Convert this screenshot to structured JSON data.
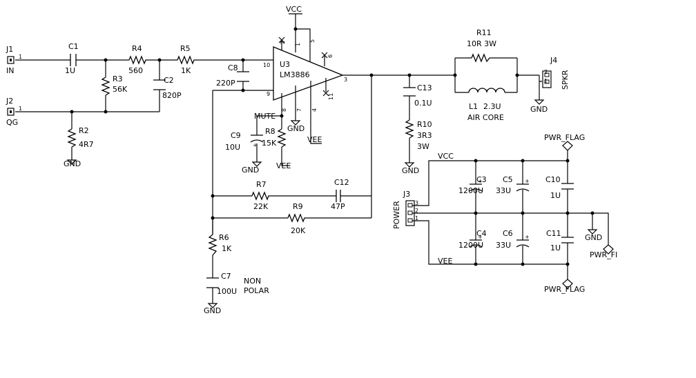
{
  "net_labels": {
    "vcc_top": "VCC",
    "mute": "MUTE",
    "vee_u3": "VEE",
    "vee_r8": "VEE",
    "vcc_rail": "VCC",
    "vee_rail": "VEE"
  },
  "connectors": {
    "j1": {
      "ref": "J1",
      "name": "IN",
      "pin": "1"
    },
    "j2": {
      "ref": "J2",
      "name": "QG",
      "pin": "1"
    },
    "j3": {
      "ref": "J3",
      "name": "POWER",
      "pins": [
        "3",
        "2",
        "1"
      ]
    },
    "j4": {
      "ref": "J4",
      "name": "SPKR",
      "pins": [
        "2",
        "1"
      ]
    }
  },
  "components": {
    "c1": {
      "ref": "C1",
      "value": "1U"
    },
    "r4": {
      "ref": "R4",
      "value": "560"
    },
    "r5": {
      "ref": "R5",
      "value": "1K"
    },
    "r3": {
      "ref": "R3",
      "value": "56K"
    },
    "c2": {
      "ref": "C2",
      "value": "820P"
    },
    "r2": {
      "ref": "R2",
      "value": "4R7"
    },
    "c8": {
      "ref": "C8",
      "value": "220P"
    },
    "c9": {
      "ref": "C9",
      "value": "10U"
    },
    "r8": {
      "ref": "R8",
      "value": "15K"
    },
    "r7": {
      "ref": "R7",
      "value": "22K"
    },
    "c12": {
      "ref": "C12",
      "value": "47P"
    },
    "r9": {
      "ref": "R9",
      "value": "20K"
    },
    "r6": {
      "ref": "R6",
      "value": "1K"
    },
    "c7": {
      "ref": "C7",
      "value": "100U",
      "note_line1": "NON",
      "note_line2": "POLAR"
    },
    "r11": {
      "ref": "R11",
      "value": "10R  3W"
    },
    "l1": {
      "ref": "L1",
      "value": "2.3U",
      "note": "AIR CORE"
    },
    "c13": {
      "ref": "C13",
      "value": "0.1U"
    },
    "r10": {
      "ref": "R10",
      "value": "3R3",
      "value2": "3W"
    },
    "c3": {
      "ref": "C3",
      "value": "1200U"
    },
    "c5": {
      "ref": "C5",
      "value": "33U"
    },
    "c10": {
      "ref": "C10",
      "value": "1U"
    },
    "c4": {
      "ref": "C4",
      "value": "1200U"
    },
    "c6": {
      "ref": "C6",
      "value": "33U"
    },
    "c11": {
      "ref": "C11",
      "value": "1U"
    }
  },
  "ic": {
    "ref": "U3",
    "part": "LM3886",
    "pins": {
      "p10": "10",
      "p9": "9",
      "p3": "3",
      "p2": "2",
      "p1": "1",
      "p5": "5",
      "p6": "6",
      "p11": "11",
      "p8": "8",
      "p7": "7",
      "p4": "4"
    }
  },
  "polarity_mark": "+",
  "gnd": {
    "r2": "GND",
    "c9": "GND",
    "u3": "GND",
    "c7": "GND",
    "r10": "GND",
    "j4": "GND",
    "rail": "GND"
  },
  "flags": {
    "top": "PWR_FLAG",
    "bottom": "PWR_FLAG",
    "gnd": "PWR_FI"
  }
}
